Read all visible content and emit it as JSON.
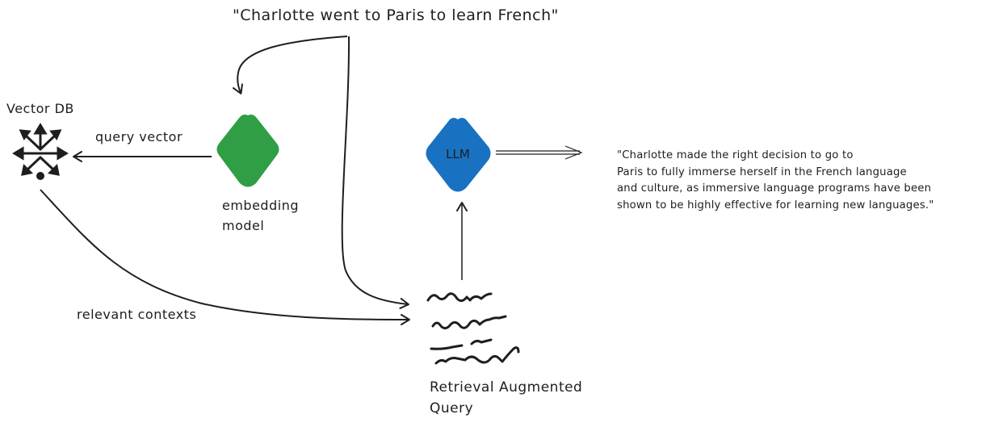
{
  "question": "\"Charlotte went to Paris to learn French\"",
  "vector_db": {
    "label": "Vector DB"
  },
  "query_vector": {
    "label": "query vector"
  },
  "embedding_model": {
    "line1": "embedding",
    "line2": "model",
    "color": "#2f9e44"
  },
  "llm": {
    "label": "LLM",
    "color": "#1971c2"
  },
  "relevant_contexts": {
    "label": "relevant contexts"
  },
  "rag_query": {
    "line1": "Retrieval Augmented",
    "line2": "Query"
  },
  "answer": {
    "lines": [
      "\"Charlotte made the right decision to go to",
      "Paris to fully immerse herself in the French language",
      "and culture, as immersive language programs have been",
      "shown to be highly effective for learning new languages.\""
    ]
  }
}
